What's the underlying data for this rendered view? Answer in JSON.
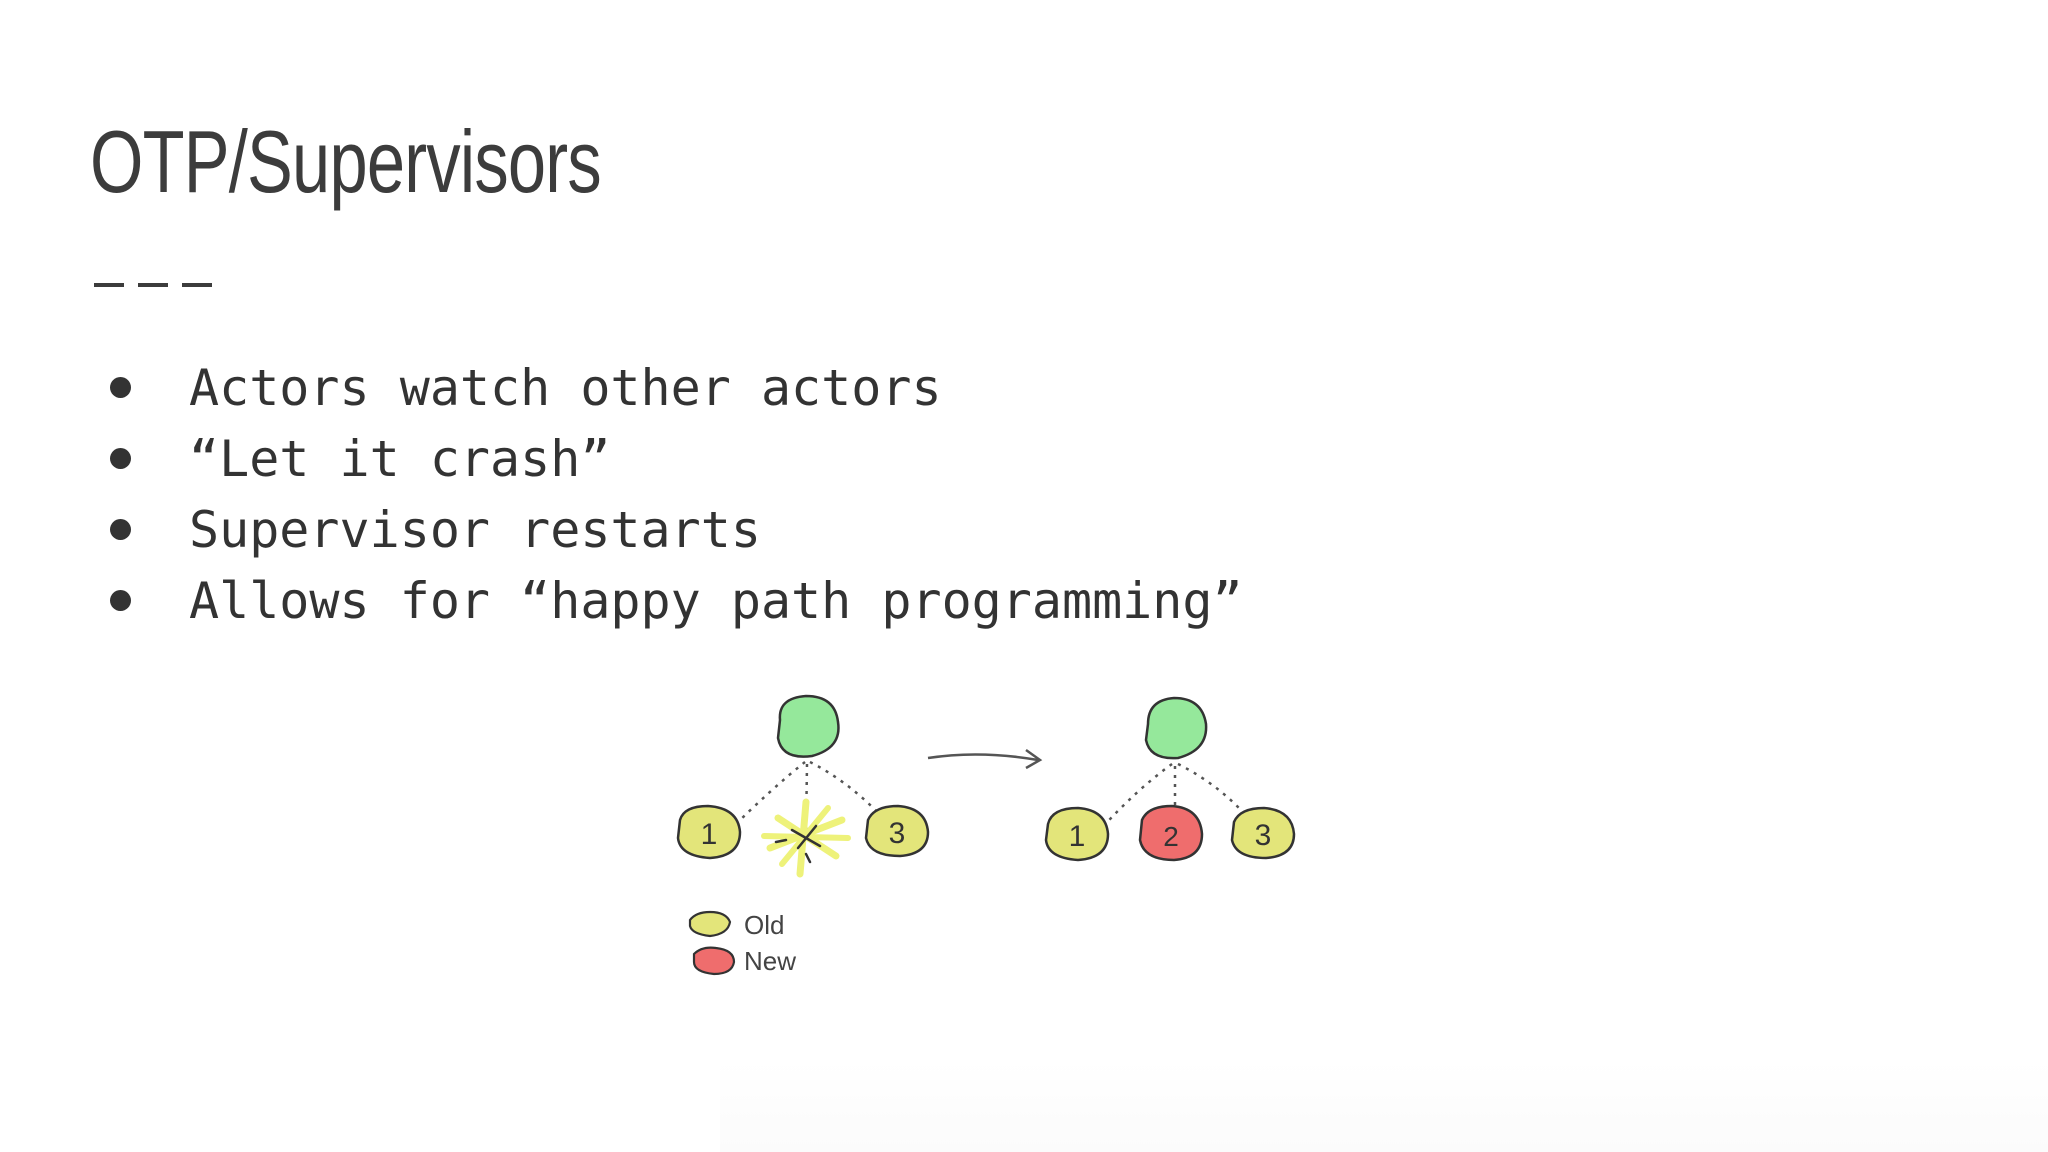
{
  "slide": {
    "title": "OTP/Supervisors",
    "bullets": [
      "Actors watch other actors",
      "“Let it crash”",
      "Supervisor restarts",
      "Allows for “happy path programming”"
    ]
  },
  "diagram": {
    "before": {
      "children": [
        "1",
        "3"
      ]
    },
    "after": {
      "children": [
        "1",
        "2",
        "3"
      ]
    },
    "legend": [
      {
        "label": "Old",
        "color": "#e3e57a"
      },
      {
        "label": "New",
        "color": "#ef6d6d"
      }
    ],
    "colors": {
      "supervisor": "#95e89b",
      "old_worker": "#e3e57a",
      "new_worker": "#ef6d6d",
      "crash": "#eef27a"
    }
  }
}
